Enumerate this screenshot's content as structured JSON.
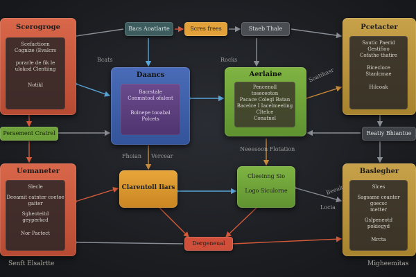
{
  "colors": {
    "red": "#cf5a3e",
    "blue": "#3e5fa8",
    "green": "#6fa23a",
    "gold": "#c99a35",
    "orange": "#e29a2e",
    "teal": "#3a5a5c",
    "purple": "#5e3f7a",
    "arrow_blue": "#5aa6d8",
    "arrow_red": "#d45a3a",
    "arrow_gray": "#8a8f96"
  },
  "top_left": {
    "title": "Scerogroge",
    "lines": [
      "Scefactioen",
      "Cognize (Evalcrs",
      "",
      "porarle de fik le",
      "ulokod Clentiing",
      "",
      "Notikl"
    ]
  },
  "top_right": {
    "title": "Pcetacter",
    "lines": [
      "Sautic Paerid",
      "Gestifioo",
      "Cofathe thatire",
      "",
      "Bicecloce",
      "Stanlcmae",
      "",
      "Hilcoak"
    ]
  },
  "bottom_left": {
    "title": "Uemaneter",
    "lines": [
      "Slecle",
      "",
      "Deeamit catnter coetoe",
      "gaiter",
      "",
      "Sgheoteitd",
      "geyperkcd",
      "",
      "Nor Pactect"
    ]
  },
  "bottom_right": {
    "title": "Baslegher",
    "lines": [
      "Slces",
      "",
      "Sagsame ceanter goecsc",
      "metter",
      "",
      "Gslpeneotd",
      "pokiegyd",
      "",
      "Mrcta"
    ]
  },
  "center_blue": {
    "title": "Daancs",
    "inner": [
      "Bacrstale",
      "Conmntool ofalent",
      "",
      "Bolnepe tooabal",
      "Polcets"
    ]
  },
  "center_green": {
    "title": "Aerlaine",
    "inner": [
      "Pencenoll",
      "toseceoton",
      "Pacace Colegl Batan",
      "Bacelce I Iacelmeeling",
      "Cltelce",
      "Conatnel"
    ]
  },
  "mid_orange": {
    "title": "Clarentoll Iiars"
  },
  "mid_green": {
    "title": "Clieeinng Sio",
    "sub": "Logo Siculorne"
  },
  "top_pills": {
    "a": "Bacs Aoatlarte",
    "b": "Scres frees",
    "c": "Staeb Thale"
  },
  "side_pills": {
    "left": "Peraement Cratrel",
    "right": "Reatiy Bhiantue"
  },
  "bottom_pill": "Dergeneual",
  "labels": {
    "l1": "Bcats",
    "l2": "Rocks",
    "l3": "Fhoian",
    "l4": "Vercear",
    "l5": "Neeesoon Flotation",
    "l6": "Soatihasr",
    "l7": "Beeak",
    "l8": "Locia",
    "l9": "Senft Elsalrtte",
    "l10": "Migheemitas"
  }
}
